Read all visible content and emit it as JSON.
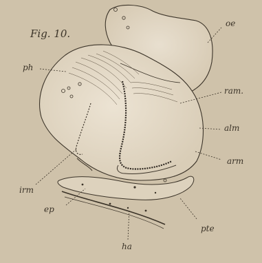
{
  "figure": {
    "title": "Fig. 10."
  },
  "labels": {
    "oe": "oe",
    "ph": "ph",
    "ram": "ram.",
    "alm": "alm",
    "arm": "arm",
    "irm": "irm",
    "ep": "ep",
    "pte": "pte",
    "ha": "ha"
  },
  "colors": {
    "paper": "#cfc2aa",
    "ink": "#3b3328",
    "shade": "#e4dac7"
  }
}
